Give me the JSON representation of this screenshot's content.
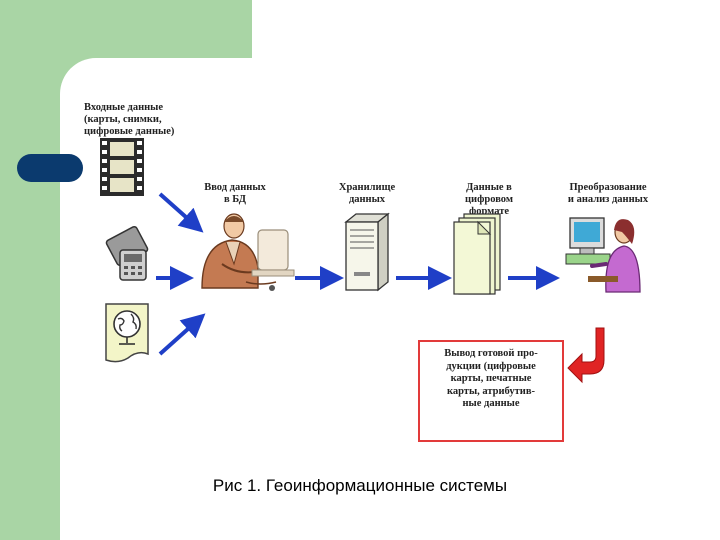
{
  "labels": {
    "input": "Входные данные\n(карты, снимки,\nцифровые данные)",
    "entry": "Ввод данных\nв БД",
    "storage": "Хранилище\nданных",
    "digital": "Данные в\nцифровом\nформате",
    "analysis": "Преобразование\nи анализ данных"
  },
  "output_box": {
    "text": "Вывод готовой про-\nдукции (цифровые\nкарты, печатные\nкарты, атрибутив-\nные данные"
  },
  "caption": "Рис 1. Геоинформационные системы",
  "colors": {
    "sidebar_green": "#a9d5a5",
    "accent_navy": "#0b3a6e",
    "arrow_blue": "#1f3fc7",
    "output_red": "#e23a3a"
  }
}
